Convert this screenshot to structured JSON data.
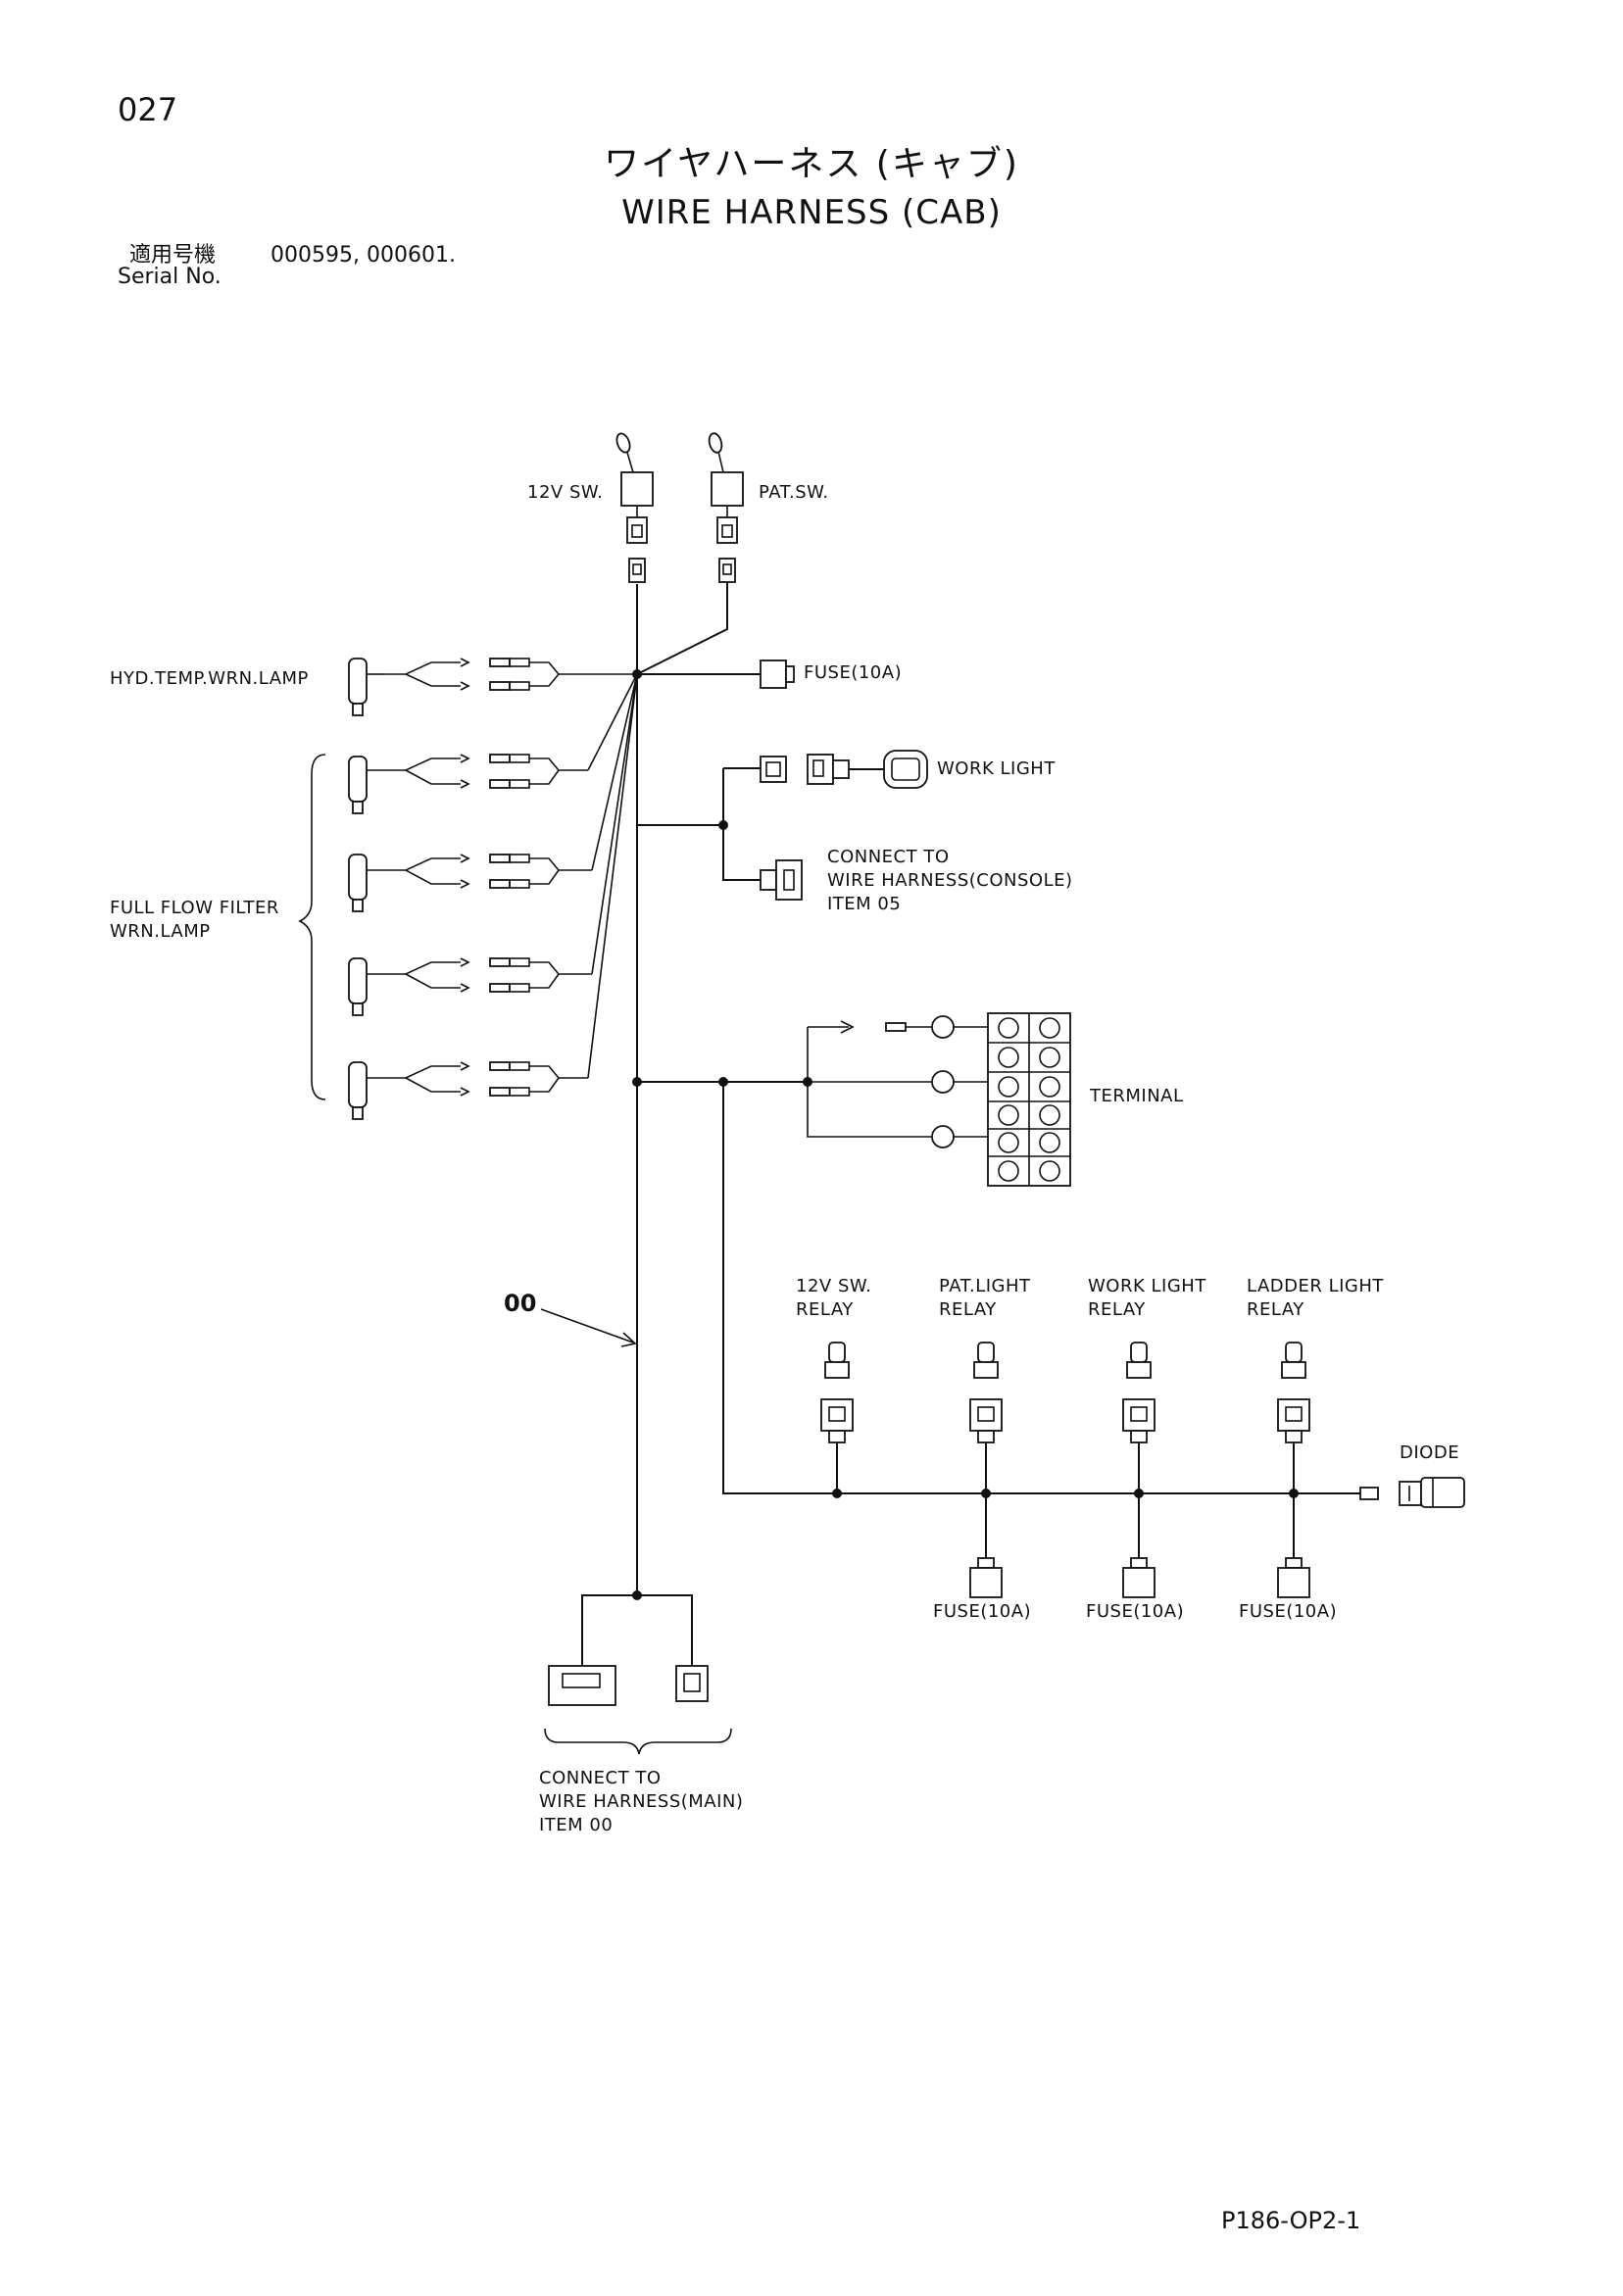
{
  "header": {
    "page_number": "027",
    "title_jp": "ワイヤハーネス (キャブ)",
    "title_en": "WIRE HARNESS (CAB)",
    "serial_jp": "適用号機",
    "serial_numbers": "000595, 000601.",
    "serial_en": "Serial No."
  },
  "labels": {
    "sw_12v": "12V SW.",
    "pat_sw": "PAT.SW.",
    "hyd_temp": "HYD.TEMP.WRN.LAMP",
    "fuse_top": "FUSE(10A)",
    "work_light": "WORK LIGHT",
    "console_1": "CONNECT TO",
    "console_2": "WIRE HARNESS(CONSOLE)",
    "console_3": "ITEM 05",
    "filter_1": "FULL FLOW FILTER",
    "filter_2": "WRN.LAMP",
    "terminal": "TERMINAL",
    "item_00": "00",
    "relay_12v_1": "12V SW.",
    "relay_12v_2": "RELAY",
    "relay_pat_1": "PAT.LIGHT",
    "relay_pat_2": "RELAY",
    "relay_work_1": "WORK LIGHT",
    "relay_work_2": "RELAY",
    "relay_ladder_1": "LADDER LIGHT",
    "relay_ladder_2": "RELAY",
    "diode": "DIODE",
    "fuse_a": "FUSE(10A)",
    "fuse_b": "FUSE(10A)",
    "fuse_c": "FUSE(10A)",
    "main_1": "CONNECT TO",
    "main_2": "WIRE HARNESS(MAIN)",
    "main_3": "ITEM 00"
  },
  "footer": {
    "page_code": "P186-OP2-1"
  }
}
